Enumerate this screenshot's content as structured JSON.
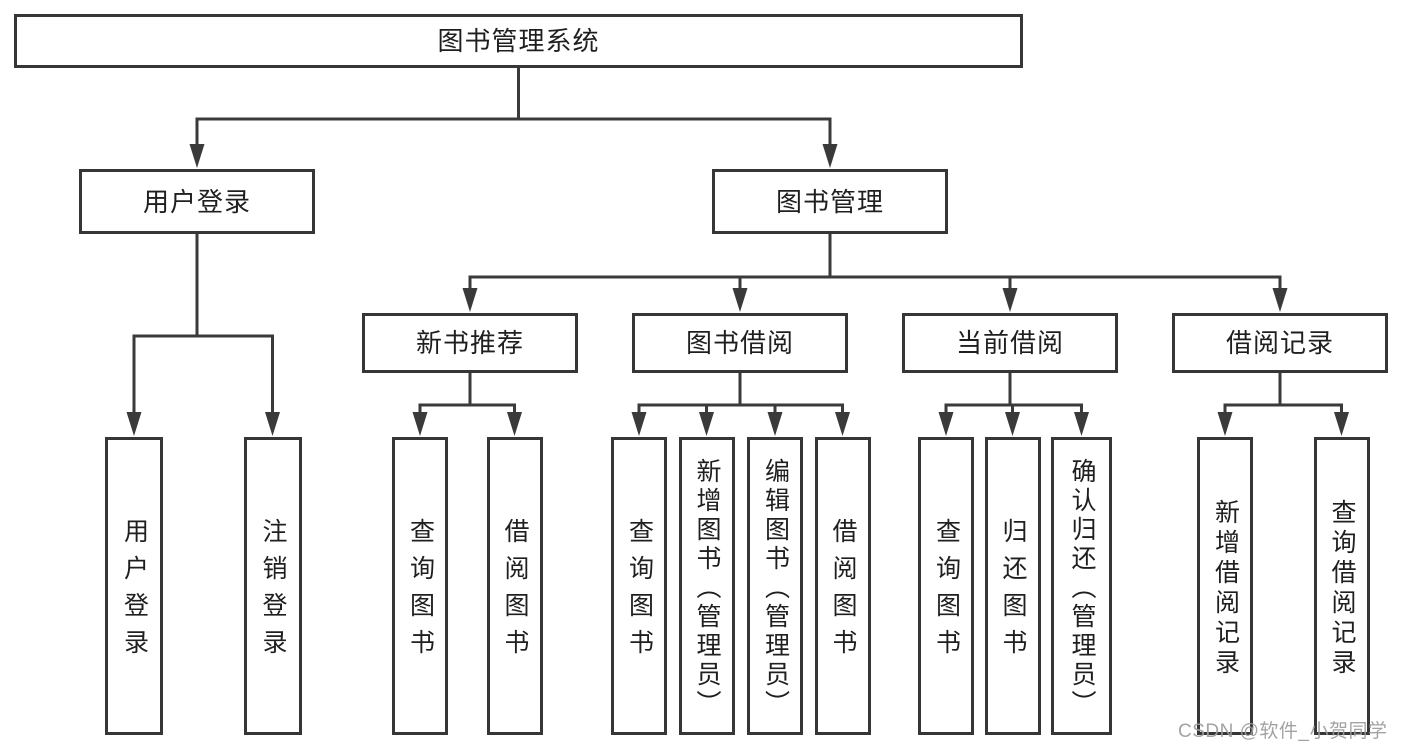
{
  "diagram": {
    "root": {
      "label": "图书管理系统"
    },
    "branches": [
      {
        "label": "用户登录",
        "children": [
          {
            "label": "用户登录"
          },
          {
            "label": "注销登录"
          }
        ]
      },
      {
        "label": "图书管理",
        "children": [
          {
            "label": "新书推荐",
            "children": [
              {
                "label": "查询图书"
              },
              {
                "label": "借阅图书"
              }
            ]
          },
          {
            "label": "图书借阅",
            "children": [
              {
                "label": "查询图书"
              },
              {
                "label": "新增图书（管理员）"
              },
              {
                "label": "编辑图书（管理员）"
              },
              {
                "label": "借阅图书"
              }
            ]
          },
          {
            "label": "当前借阅",
            "children": [
              {
                "label": "查询图书"
              },
              {
                "label": "归还图书"
              },
              {
                "label": "确认归还（管理员）"
              }
            ]
          },
          {
            "label": "借阅记录",
            "children": [
              {
                "label": "新增借阅记录"
              },
              {
                "label": "查询借阅记录"
              }
            ]
          }
        ]
      }
    ]
  },
  "watermark": {
    "text": "CSDN @软件_小贺同学"
  },
  "colors": {
    "background": "#ffffff",
    "line": "#3a3a3a",
    "box_border": "#363636",
    "box_fill": "#ffffff",
    "text": "#1f1f1f",
    "watermark": "#9e9e9e"
  }
}
